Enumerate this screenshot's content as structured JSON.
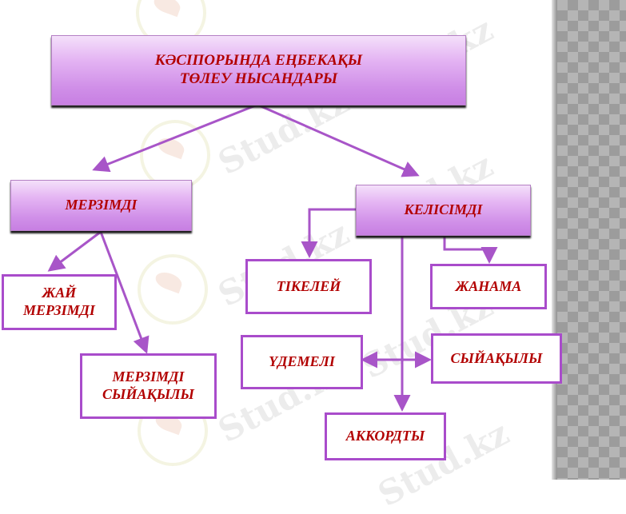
{
  "watermark_text": "Stud.kz",
  "colors": {
    "arrow": "#a855c8",
    "text": "#b20000",
    "box_border": "#a94ccb"
  },
  "nodes": {
    "root": "КӘСІПОРЫНДА ЕҢБЕКАҚЫ ТӨЛЕУ НЫСАНДАРЫ",
    "merzimdi": "МЕРЗІМДІ",
    "kelisimdi": "КЕЛІСІМДІ",
    "zhai_merzimdi": "ЖАЙ МЕРЗІМДІ",
    "merzimdi_syiakyly": "МЕРЗІМДІ СЫЙАҚЫЛЫ",
    "tikelei": "ТІКЕЛЕЙ",
    "zhanama": "ЖАНАМА",
    "udemeli": "ҮДЕМЕЛІ",
    "syiakyly": "СЫЙАҚЫЛЫ",
    "akkordty": "АККОРДТЫ"
  }
}
